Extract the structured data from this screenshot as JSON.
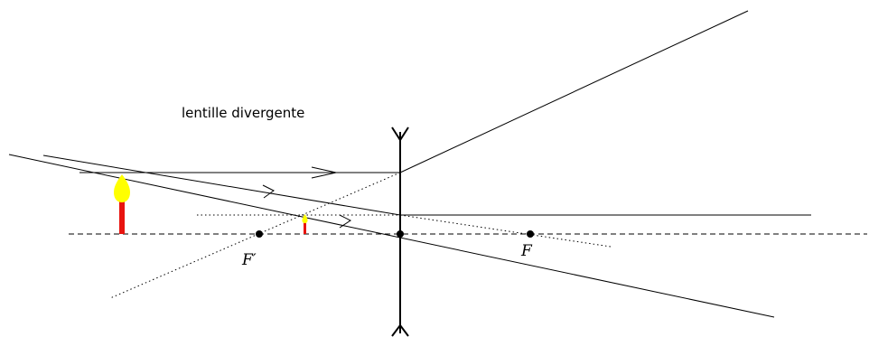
{
  "title": "lentille divergente",
  "labels": {
    "focal_image": "F′",
    "focal_object": "F"
  },
  "colors": {
    "line": "#000000",
    "candle_body": "#e8140f",
    "flame": "#ffff00",
    "background": "#ffffff"
  }
}
